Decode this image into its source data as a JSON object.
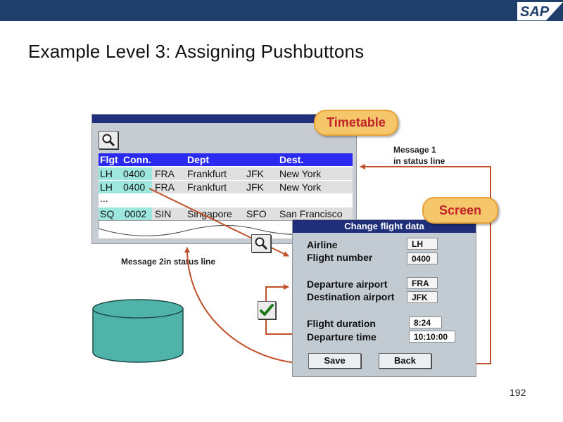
{
  "slide": {
    "title": "Example Level 3: Assigning Pushbuttons",
    "page_number": "192",
    "logo_text": "SAP"
  },
  "timetable": {
    "label": "Timetable",
    "columns": [
      "Flgt",
      "Conn.",
      "Dept",
      "Dest."
    ],
    "rows": [
      [
        "LH",
        "0400",
        "FRA",
        "Frankfurt",
        "JFK",
        "New York"
      ],
      [
        "LH",
        "0400",
        "FRA",
        "Frankfurt",
        "JFK",
        "New York"
      ],
      [
        "..."
      ],
      [
        "SQ",
        "0002",
        "SIN",
        "Singapore",
        "SFO",
        "San Francisco"
      ]
    ]
  },
  "notes": {
    "message1_line1": "Message 1",
    "message1_line2": "in status line",
    "message2": "Message 2in status line"
  },
  "screen": {
    "label": "Screen",
    "title": "Change flight data",
    "fields": {
      "airline": {
        "label": "Airline",
        "value": "LH"
      },
      "flight_number": {
        "label": "Flight number",
        "value": "0400"
      },
      "departure_airport": {
        "label": "Departure airport",
        "value": "FRA"
      },
      "destination_airport": {
        "label": "Destination airport",
        "value": "JFK"
      },
      "flight_duration": {
        "label": "Flight duration",
        "value": "8:24"
      },
      "departure_time": {
        "label": "Departure time",
        "value": "10:10:00"
      }
    },
    "buttons": {
      "save": "Save",
      "back": "Back"
    }
  },
  "colors": {
    "header_bar": "#1f3f6b",
    "window_titlebar": "#1f2f7a",
    "table_header": "#2a2af0",
    "highlight_cells": "#9de7df",
    "pill_fill": "#f5c76a",
    "pill_text": "#c0222a",
    "arrow": "#c0502a",
    "database": "#4fb3a9"
  },
  "icons": [
    "sap-logo",
    "magnifier-icon",
    "checkmark-icon",
    "database-icon"
  ]
}
